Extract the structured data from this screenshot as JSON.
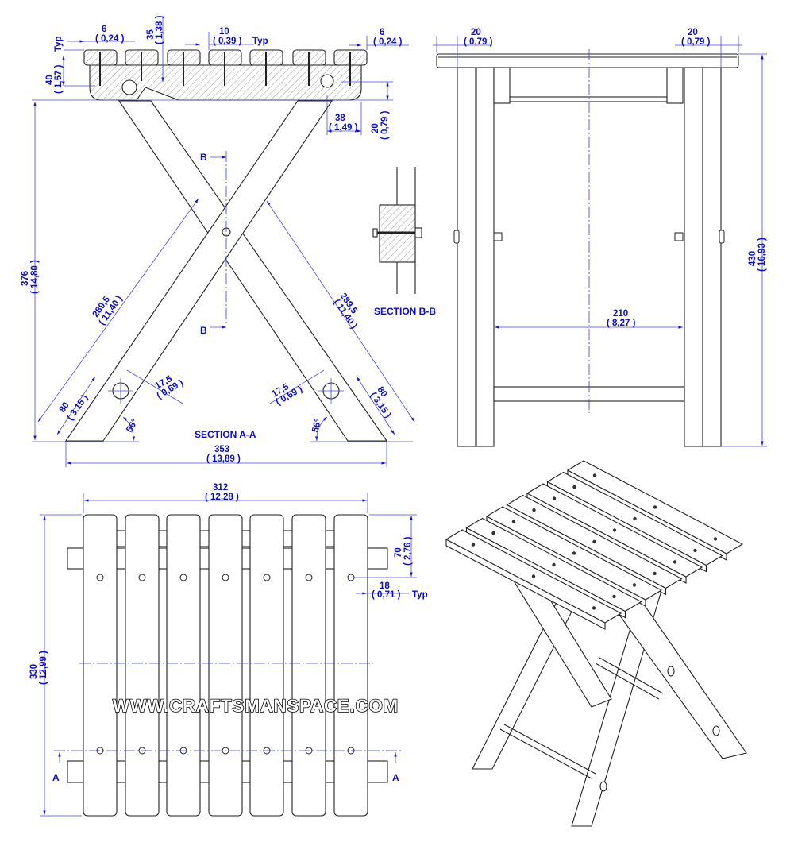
{
  "watermark": "WWW.CRAFTSMANSPACE.COM",
  "section_aa": {
    "title": "SECTION A-A",
    "cut_label_top": "B",
    "cut_label_bottom": "B",
    "dims": {
      "slat_edge_left": {
        "mm": "6",
        "in": "( 0,24 )"
      },
      "slat_height_typ": {
        "mm": "Typ"
      },
      "seat_thickness": {
        "mm": "40",
        "in": "( 1,57 )"
      },
      "screw_depth": {
        "mm": "35",
        "in": "( 1,38 )"
      },
      "slat_gap": {
        "mm": "10",
        "in": "( 0,39 )",
        "note": "Typ"
      },
      "slat_edge_right": {
        "mm": "6",
        "in": "( 0,24 )"
      },
      "hole_offset": {
        "mm": "38",
        "in": "( 1,49 )"
      },
      "hole_height": {
        "mm": "20",
        "in": "( 0,79 )"
      },
      "total_height": {
        "mm": "376",
        "in": "( 14,80 )"
      },
      "leg_length_left": {
        "mm": "289,5",
        "in": "( 11,40 )"
      },
      "leg_length_right": {
        "mm": "289,5",
        "in": "( 11,40 )"
      },
      "leg_width_left": {
        "mm": "80",
        "in": "( 3,15 )"
      },
      "leg_width_right": {
        "mm": "80",
        "in": "( 3,15 )"
      },
      "hole_edge_left": {
        "mm": "17,5",
        "in": "( 0,69 )"
      },
      "hole_edge_right": {
        "mm": "17,5",
        "in": "( 0,69 )"
      },
      "angle_left": "56°",
      "angle_right": "56°",
      "base_width": {
        "mm": "353",
        "in": "( 13,89 )"
      }
    }
  },
  "section_bb": {
    "title": "SECTION B-B"
  },
  "front_view": {
    "dims": {
      "overhang_left": {
        "mm": "20",
        "in": "( 0,79 )"
      },
      "overhang_right": {
        "mm": "20",
        "in": "( 0,79 )"
      },
      "height": {
        "mm": "430",
        "in": "( 16,93 )"
      },
      "inner_width": {
        "mm": "210",
        "in": "( 8,27 )"
      }
    }
  },
  "top_view": {
    "cut_label_left": "A",
    "cut_label_right": "A",
    "dims": {
      "width": {
        "mm": "312",
        "in": "( 12,28 )"
      },
      "depth": {
        "mm": "330",
        "in": "( 12,99 )"
      },
      "screw_offset": {
        "mm": "70",
        "in": "( 2,76 )"
      },
      "screw_edge": {
        "mm": "18",
        "in": "( 0,71 )",
        "note": "Typ"
      }
    }
  }
}
